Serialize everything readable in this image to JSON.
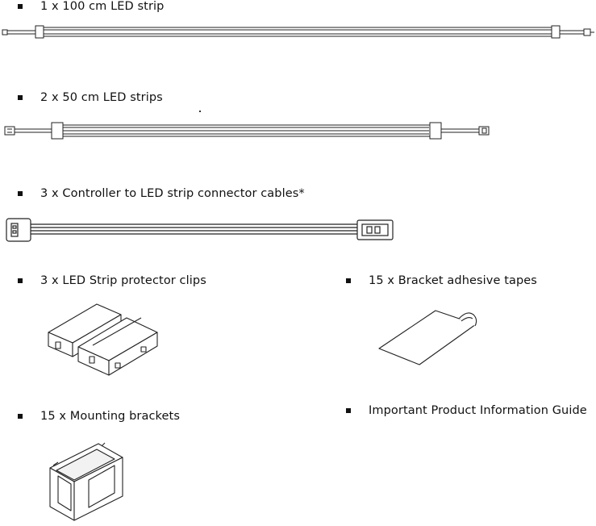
{
  "items": [
    {
      "label": "1 x 100 cm LED strip",
      "icon": "led-strip-100cm-icon"
    },
    {
      "label": "2 x 50 cm LED strips",
      "icon": "led-strip-50cm-icon"
    },
    {
      "label": "3 x Controller to LED strip connector cables*",
      "icon": "connector-cable-icon"
    },
    {
      "label": "3 x LED Strip protector clips",
      "icon": "protector-clips-icon"
    },
    {
      "label": "15 x Bracket adhesive tapes",
      "icon": "adhesive-tape-icon"
    },
    {
      "label": "15 x Mounting brackets",
      "icon": "mounting-bracket-icon"
    },
    {
      "label": "Important Product Information Guide"
    }
  ]
}
